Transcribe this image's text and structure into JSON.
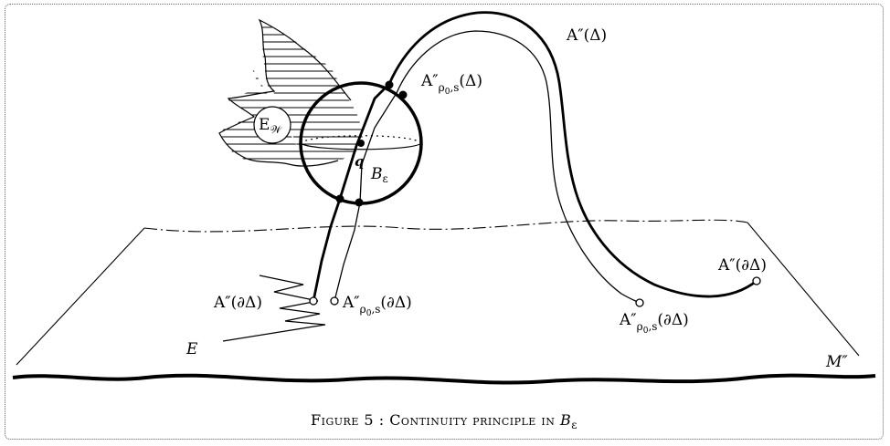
{
  "figure": {
    "caption": {
      "prefix": "Figure 5 : ",
      "title": "Continuity principle in ",
      "symbol": "B",
      "symbol_sub": "ε"
    },
    "labels": {
      "A_delta_top": "A″(Δ)",
      "A_rho_delta": {
        "main": "A″",
        "sub": "ρ",
        "sub0": "0",
        "subrest": ",s",
        "tail": "(Δ)"
      },
      "E_W": {
        "main": "E",
        "sub": "𝒲"
      },
      "q": "q",
      "B_eps": {
        "main": "B",
        "sub": "ε"
      },
      "A_partial_left": "A″(∂Δ)",
      "A_rho_partial_left": {
        "main": "A″",
        "sub": "ρ",
        "sub0": "0",
        "subrest": ",s",
        "tail": "(∂Δ)"
      },
      "A_rho_partial_right": {
        "main": "A″",
        "sub": "ρ",
        "sub0": "0",
        "subrest": ",s",
        "tail": "(∂Δ)"
      },
      "A_partial_right": "A″(∂Δ)",
      "E": "E",
      "M": "M″"
    }
  }
}
